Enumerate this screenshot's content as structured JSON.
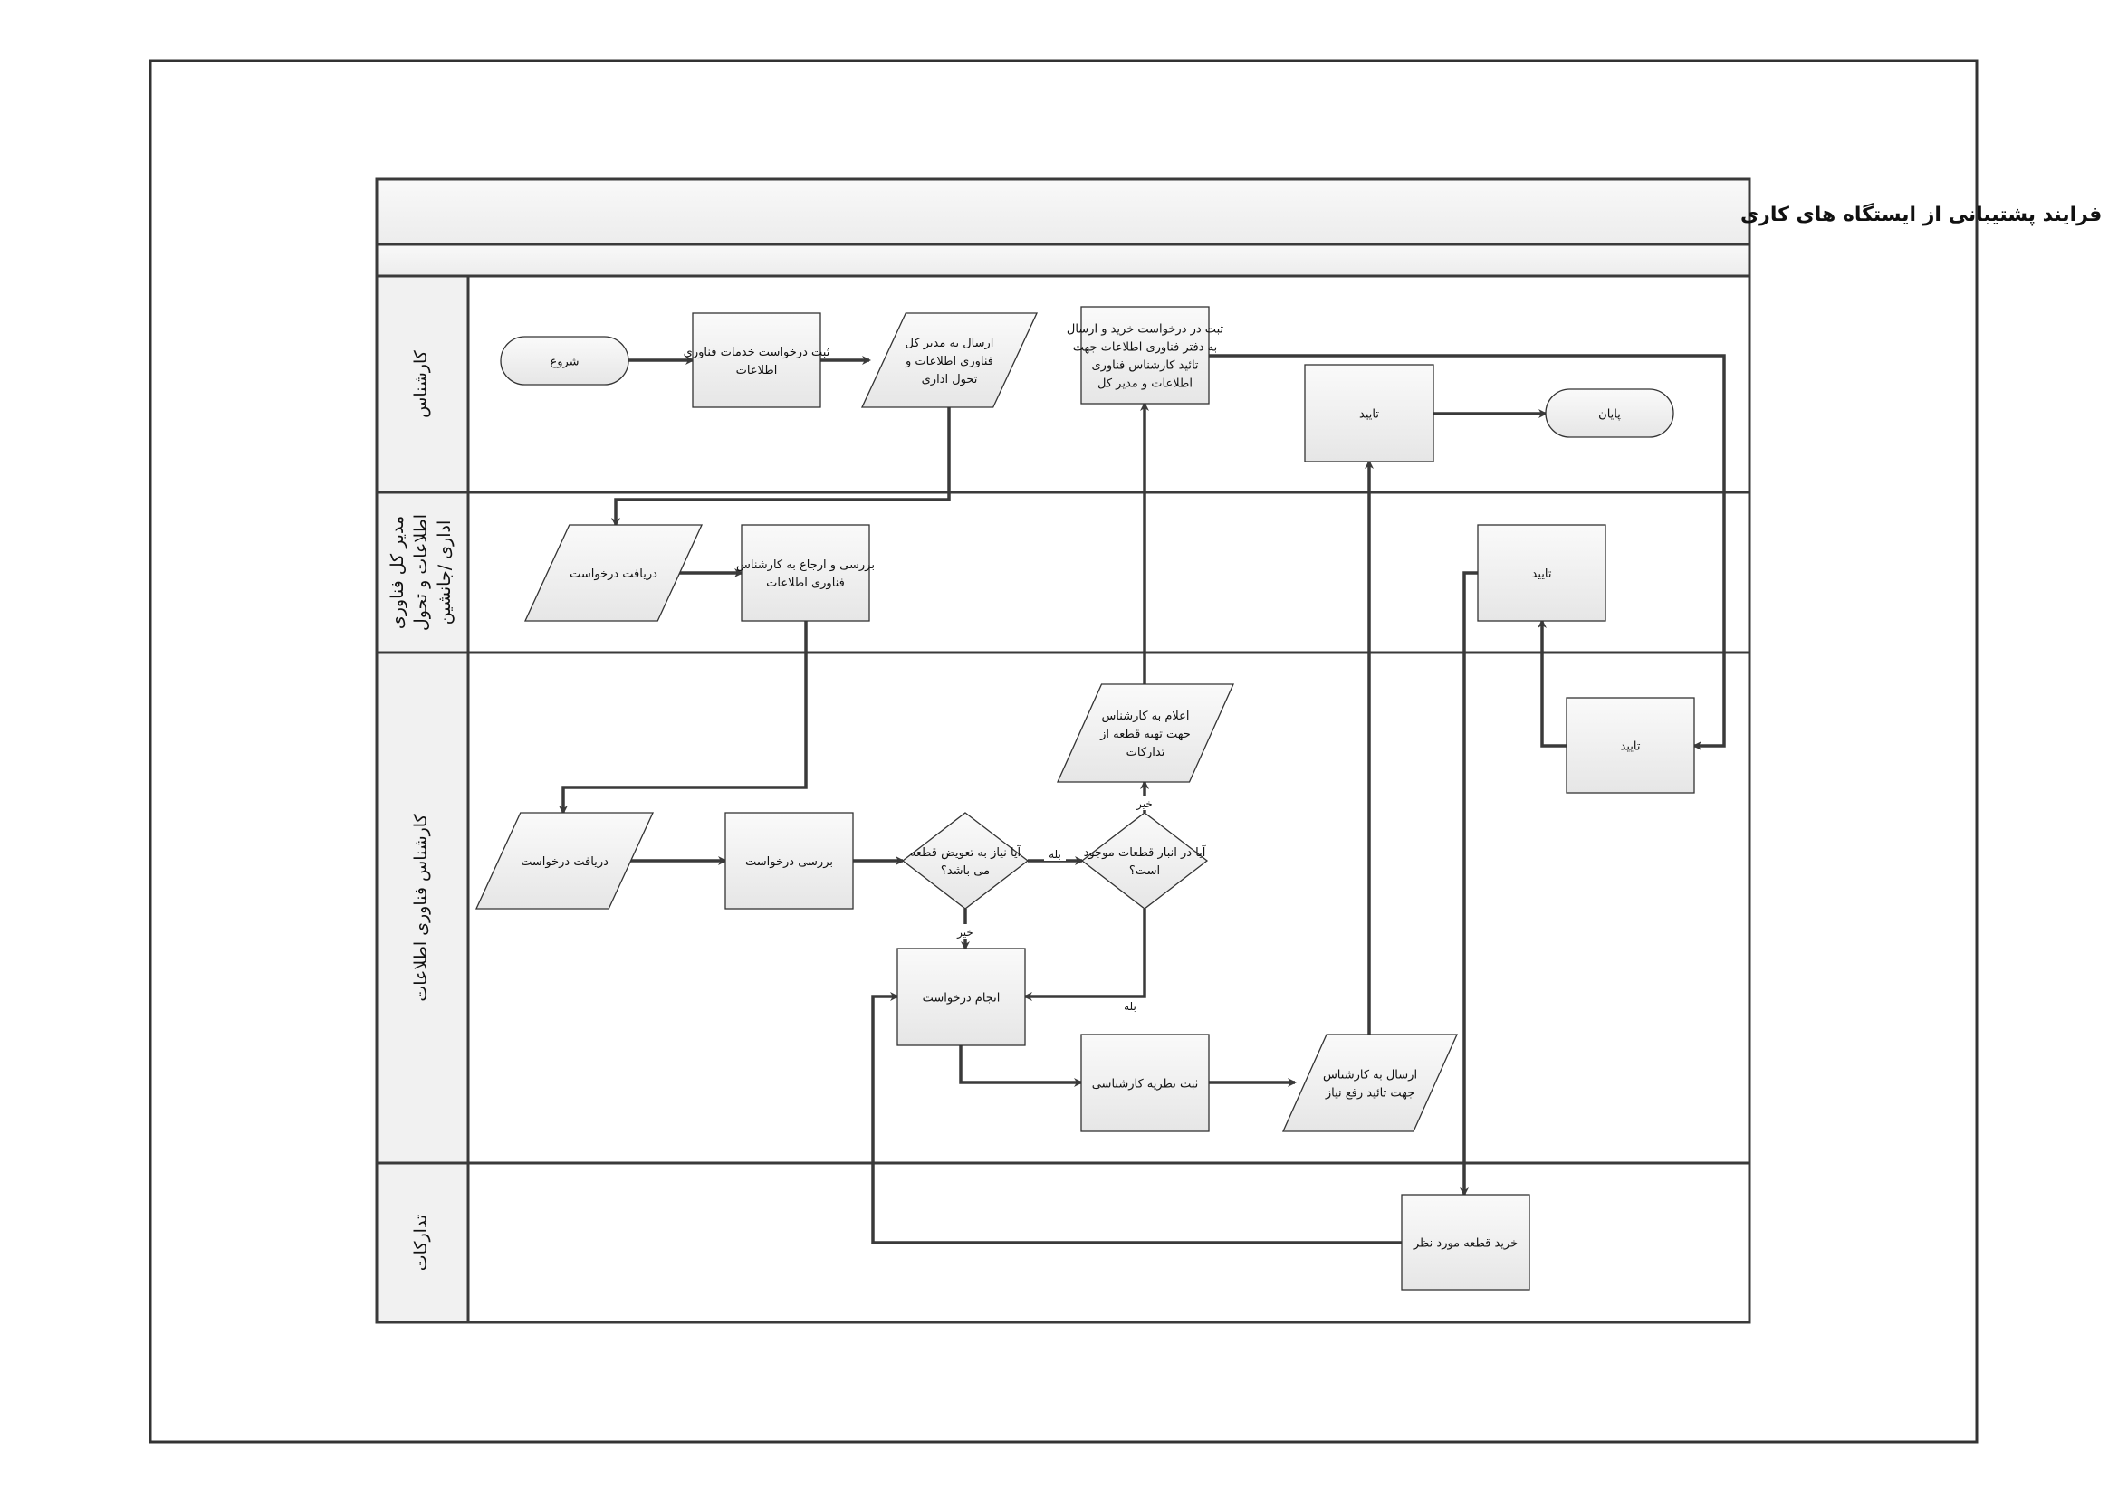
{
  "title": "فرایند پشتیبانی از ایستگاه های کاری",
  "lanes": [
    {
      "id": "expert",
      "lines": [
        "کارشناس"
      ]
    },
    {
      "id": "manager",
      "lines": [
        "مدیر کل فناوری",
        "اطلاعات و تحول",
        "اداری /جانشین"
      ]
    },
    {
      "id": "it",
      "lines": [
        "کارشناس فناوری اطلاعات"
      ]
    },
    {
      "id": "procurement",
      "lines": [
        "تدارکات"
      ]
    }
  ],
  "nodes": {
    "start": {
      "type": "terminator",
      "lines": [
        "شروع"
      ]
    },
    "register_request": {
      "type": "process",
      "lines": [
        "ثبت درخواست خدمات فناوری",
        "اطلاعات"
      ]
    },
    "send_to_manager": {
      "type": "io",
      "lines": [
        "ارسال به مدیر کل",
        "فناوری اطلاعات و",
        "تحول اداری"
      ]
    },
    "register_purchase": {
      "type": "process",
      "lines": [
        "ثبت در درخواست خرید و ارسال",
        "به دفتر فناوری اطلاعات جهت",
        "تائید کارشناس فناوری",
        "اطلاعات و مدیر کل"
      ]
    },
    "approve_expert": {
      "type": "process",
      "lines": [
        "تایید"
      ]
    },
    "end": {
      "type": "terminator",
      "lines": [
        "پایان"
      ]
    },
    "manager_receive": {
      "type": "io",
      "lines": [
        "دریافت درخواست"
      ]
    },
    "manager_review": {
      "type": "process",
      "lines": [
        "بررسی و ارجاع به کارشناس",
        "فناوری اطلاعات"
      ]
    },
    "manager_approve": {
      "type": "process",
      "lines": [
        "تایید"
      ]
    },
    "notify_expert": {
      "type": "io",
      "lines": [
        "اعلام به کارشناس",
        "جهت تهیه قطعه از",
        "تدارکات"
      ]
    },
    "it_approve": {
      "type": "process",
      "lines": [
        "تایید"
      ]
    },
    "it_receive": {
      "type": "io",
      "lines": [
        "دریافت درخواست"
      ]
    },
    "it_review": {
      "type": "process",
      "lines": [
        "بررسی درخواست"
      ]
    },
    "need_replace": {
      "type": "decision",
      "lines": [
        "آیا نیاز به تعویض قطعه",
        "می باشد؟"
      ]
    },
    "in_stock": {
      "type": "decision",
      "lines": [
        "آیا در انبار قطعات موجود",
        "است؟"
      ]
    },
    "do_request": {
      "type": "process",
      "lines": [
        "انجام درخواست"
      ]
    },
    "expert_opinion": {
      "type": "process",
      "lines": [
        "ثبت نظریه کارشناسی"
      ]
    },
    "send_confirm": {
      "type": "io",
      "lines": [
        "ارسال به کارشناس",
        "جهت تائید رفع نیاز"
      ]
    },
    "buy_part": {
      "type": "process",
      "lines": [
        "خرید قطعه مورد نظر"
      ]
    }
  },
  "edge_labels": {
    "yes": "بله",
    "no": "خیر"
  }
}
